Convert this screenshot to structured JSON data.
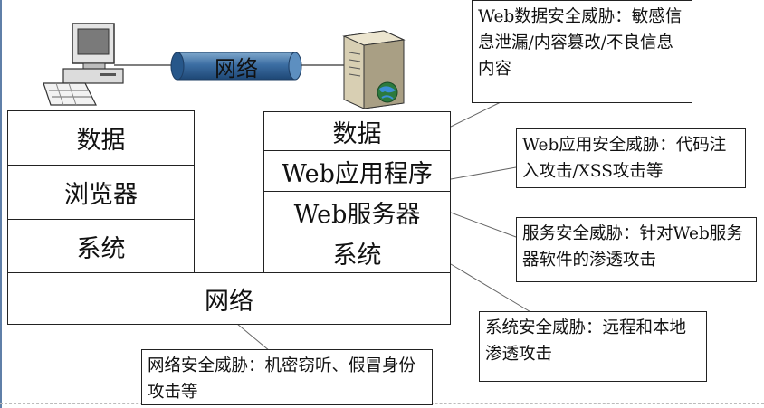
{
  "client_stack": {
    "layers": [
      "数据",
      "浏览器",
      "系统"
    ]
  },
  "server_stack": {
    "layers": [
      "数据",
      "Web应用程序",
      "Web服务器",
      "系统"
    ]
  },
  "network": {
    "bottom_label": "网络",
    "pipe_label": "网络"
  },
  "threats": {
    "web_data": "Web数据安全威胁：敏感信息泄漏/内容篡改/不良信息内容",
    "web_app": "Web应用安全威胁：代码注入攻击/XSS攻击等",
    "service": "服务安全威胁：针对Web服务器软件的渗透攻击",
    "system": "系统安全威胁：远程和本地渗透攻击",
    "network": "网络安全威胁：机密窃听、假冒身份攻击等"
  },
  "icons": {
    "client": "desktop-computer-icon",
    "server": "server-tower-icon",
    "pipe": "network-pipe-icon"
  }
}
